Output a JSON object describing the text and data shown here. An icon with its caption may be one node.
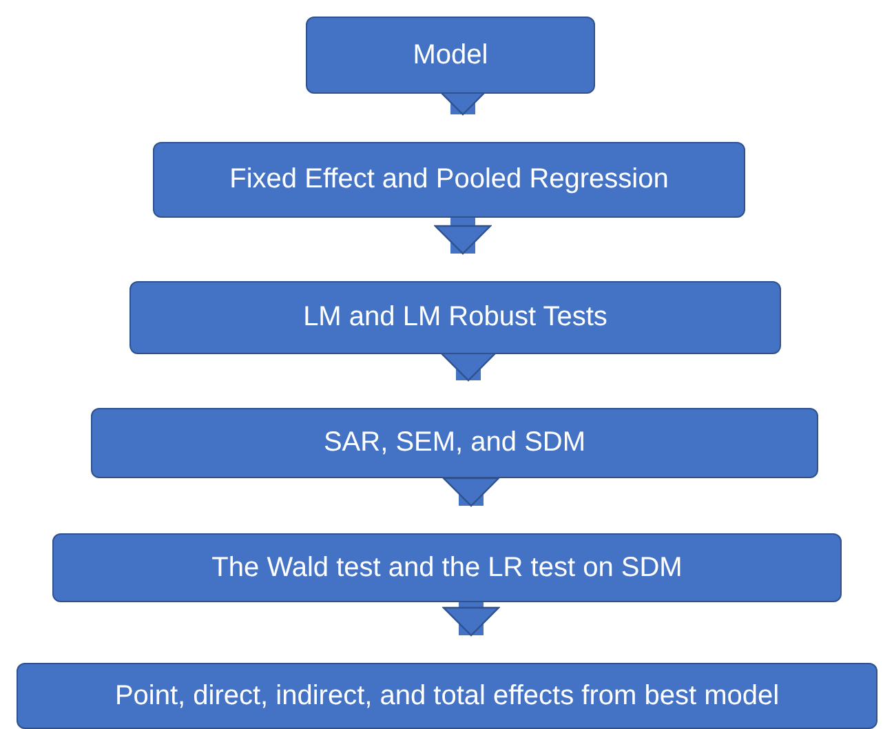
{
  "diagram": {
    "nodes": [
      {
        "text": [
          "Model"
        ]
      },
      {
        "text": [
          "Fixed Effect and Pooled Regression"
        ]
      },
      {
        "text": [
          "LM and LM Robust Tests"
        ]
      },
      {
        "text": [
          "SAR, SEM, and SDM"
        ]
      },
      {
        "text": [
          "The Wald test and the LR test on SDM"
        ]
      },
      {
        "text": [
          "Point, direct, indirect, and total effects from best model"
        ]
      }
    ],
    "edges": [
      {
        "from": 0,
        "to": 1,
        "arrow": "to"
      },
      {
        "from": 1,
        "to": 2,
        "arrow": "to"
      },
      {
        "from": 2,
        "to": 3,
        "arrow": "to"
      },
      {
        "from": 3,
        "to": 4,
        "arrow": "to"
      },
      {
        "from": 4,
        "to": 5,
        "arrow": "to"
      }
    ]
  }
}
